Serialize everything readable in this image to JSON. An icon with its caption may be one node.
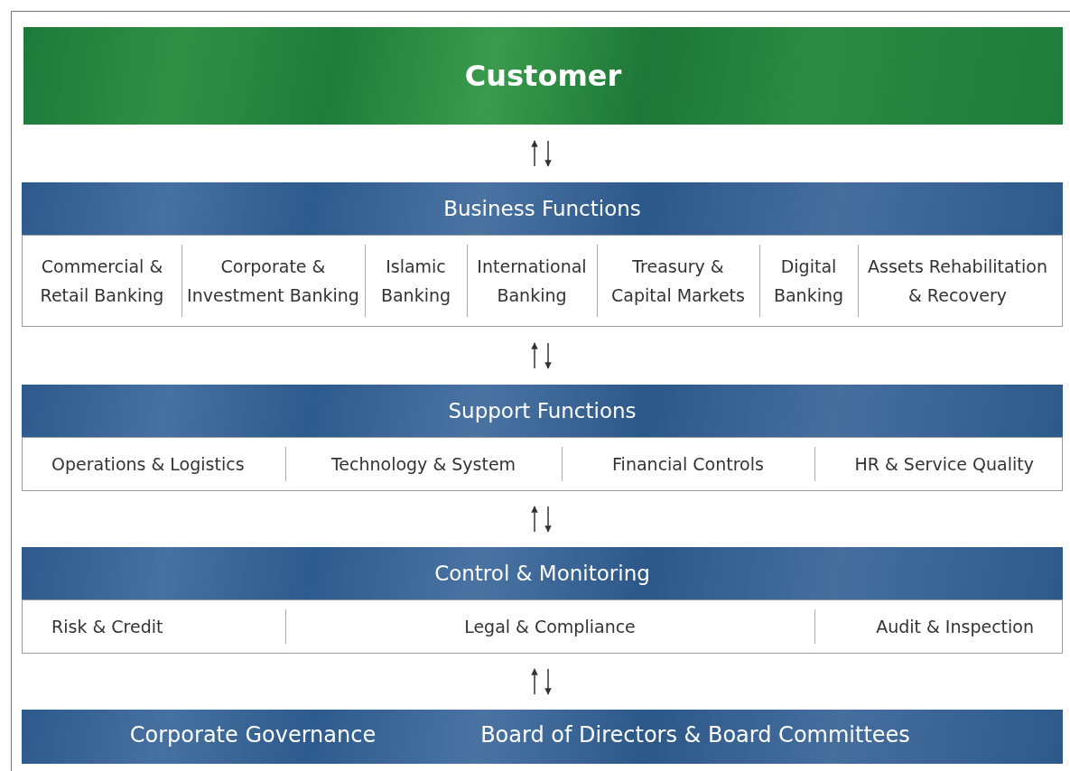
{
  "diagram": {
    "nodes": [
      {
        "text": [
          "Customer"
        ]
      },
      {
        "text": [
          "Business Functions"
        ]
      },
      {
        "text": [],
        "shape": "box"
      },
      {
        "text": [
          "Commercial & Retail Banking"
        ],
        "in": 2
      },
      {
        "text": [
          "Corporate & Investment Banking"
        ],
        "in": 2
      },
      {
        "text": [
          "Islamic Banking"
        ],
        "in": 2
      },
      {
        "text": [
          "International Banking"
        ],
        "in": 2
      },
      {
        "text": [
          "Treasury & Capital Markets"
        ],
        "in": 2
      },
      {
        "text": [
          "Digital Banking"
        ],
        "in": 2
      },
      {
        "text": [
          "Assets Rehabilitation & Recovery"
        ],
        "in": 2
      },
      {
        "text": [
          "Support Functions"
        ]
      },
      {
        "text": [],
        "shape": "box"
      },
      {
        "text": [
          "Operations & Logistics"
        ],
        "in": 11
      },
      {
        "text": [
          "Technology & System"
        ],
        "in": 11
      },
      {
        "text": [
          "Financial Controls"
        ],
        "in": 11
      },
      {
        "text": [
          "HR & Service Quality"
        ],
        "in": 11
      },
      {
        "text": [
          "Control & Monitoring"
        ]
      },
      {
        "text": [],
        "shape": "box"
      },
      {
        "text": [
          "Risk & Credit"
        ],
        "in": 17
      },
      {
        "text": [
          "Legal & Compliance"
        ],
        "in": 17
      },
      {
        "text": [
          "Audit & Inspection"
        ],
        "in": 17
      },
      {
        "text": [
          "Corporate Governance",
          "Board of Directors & Board Committees"
        ]
      }
    ],
    "edges": [
      {
        "from": 1,
        "to": 0,
        "arrow": "to"
      },
      {
        "from": 0,
        "to": 1,
        "arrow": "to"
      },
      {
        "from": 10,
        "to": 2,
        "arrow": "to"
      },
      {
        "from": 2,
        "to": 10,
        "arrow": "to"
      },
      {
        "from": 16,
        "to": 11,
        "arrow": "to"
      },
      {
        "from": 11,
        "to": 16,
        "arrow": "to"
      },
      {
        "from": 21,
        "to": 17,
        "arrow": "to"
      },
      {
        "from": 17,
        "to": 21,
        "arrow": "to"
      }
    ]
  }
}
